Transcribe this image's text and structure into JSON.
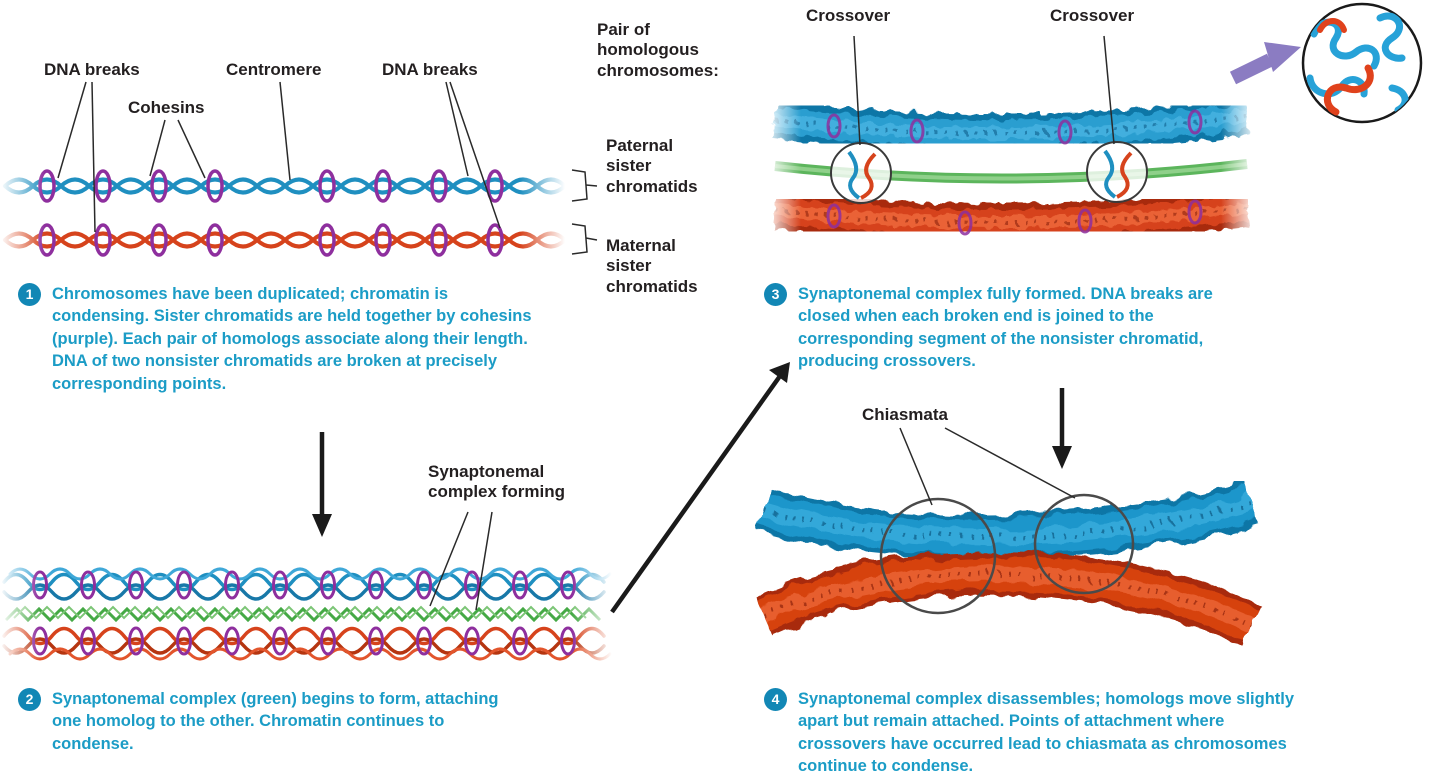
{
  "colors": {
    "paternal_blue": "#1f8fc0",
    "maternal_red": "#d6431c",
    "cohesin_purple": "#8e2f9e",
    "synaptonemal_green": "#5cb55c",
    "step_text_teal": "#1b9cc6",
    "label_black": "#231f20",
    "inset_arrow_purple": "#8b7cc2"
  },
  "labels": {
    "dna_breaks_left": "DNA breaks",
    "cohesins": "Cohesins",
    "centromere": "Centromere",
    "dna_breaks_right": "DNA breaks",
    "pair_of_homologous": "Pair of\nhomologous\nchromosomes:",
    "paternal_sister_chromatids": "Paternal\nsister\nchromatids",
    "maternal_sister_chromatids": "Maternal\nsister\nchromatids",
    "crossover_left": "Crossover",
    "crossover_right": "Crossover",
    "synaptonemal_complex_forming": "Synaptonemal\ncomplex forming",
    "chiasmata": "Chiasmata"
  },
  "steps": [
    {
      "number": "1",
      "text": "Chromosomes have been duplicated; chromatin is condensing. Sister chromatids are held together by cohesins (purple). Each pair of homologs associate along their length. DNA of two nonsister chromatids are broken at precisely corresponding points."
    },
    {
      "number": "2",
      "text": "Synaptonemal complex (green) begins to form, attaching one homolog to the other. Chromatin continues to condense."
    },
    {
      "number": "3",
      "text": "Synaptonemal complex fully formed. DNA breaks are closed when each broken end is joined to the corresponding segment of the nonsister chromatid, producing crossovers."
    },
    {
      "number": "4",
      "text": "Synaptonemal complex disassembles; homologs move slightly apart but remain attached. Points of attachment where crossovers have occurred lead to chiasmata as chromosomes continue to condense."
    }
  ]
}
